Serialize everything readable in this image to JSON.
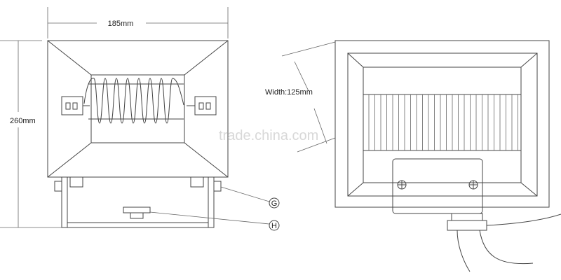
{
  "labels": {
    "width_top": "185mm",
    "height_left": "260mm",
    "width_side": "Width:125mm",
    "callout_g": "G",
    "callout_h": "H"
  },
  "watermark": "trade.china.com",
  "colors": {
    "line": "#444444",
    "watermark": "#d8d8d8"
  }
}
